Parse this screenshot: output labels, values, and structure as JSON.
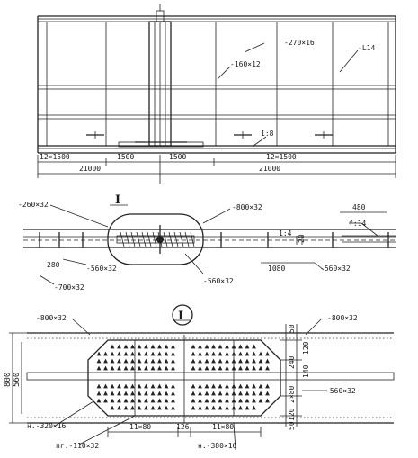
{
  "elevation": {
    "labels": {
      "plate_160": "-160×12",
      "plate_270": "-270×16",
      "angle": "-L14",
      "slope": "1:8",
      "spacing_left": "12×1500",
      "gap_left": "1500",
      "gap_right": "1500",
      "spacing_right": "12×1500",
      "span_left": "21000",
      "span_right": "21000"
    }
  },
  "plan": {
    "labels": {
      "plate_260": "-260×32",
      "detail_mark": "I",
      "plate_800": "-800×32",
      "dim_480": "480",
      "ratio_f14": "f:14",
      "slope_14": "1:4",
      "dim_20": "20",
      "dim_280": "280",
      "plate_560_left": "-560×32",
      "dim_1080": "1080",
      "plate_560_right": "-560×32",
      "plate_560_center": "-560×32",
      "plate_700": "-700×32"
    }
  },
  "detail": {
    "labels": {
      "mark": "I",
      "plate_800_left": "-800×32",
      "plate_800_right": "-800×32",
      "dim_800": "800",
      "dim_560": "560",
      "dim_50_top": "50",
      "dim_120_top": "120",
      "dim_240": "240",
      "dim_140": "140",
      "dim_2x80": "2×80",
      "dim_120_bot": "120",
      "dim_50_bot": "50",
      "plate_560": "-560×32",
      "plate_320": "н.-320×16",
      "bolts_left": "11×80",
      "dim_126": "126",
      "bolts_right": "11×80",
      "plate_110": "пг.-110×32",
      "plate_380": "н.-380×16"
    }
  }
}
